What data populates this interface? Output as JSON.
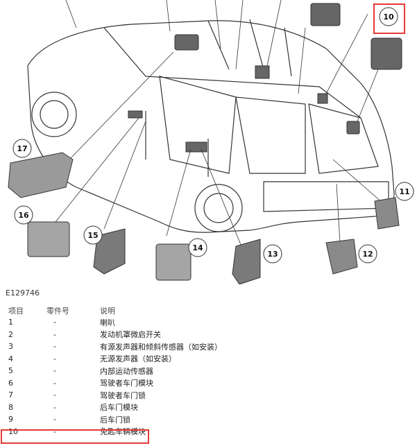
{
  "figure": {
    "id": "E129746",
    "callouts": [
      "10",
      "11",
      "12",
      "13",
      "14",
      "15",
      "16",
      "17"
    ]
  },
  "table": {
    "headers": [
      "项目",
      "零件号",
      "说明"
    ],
    "rows": [
      {
        "item": "1",
        "part": "-",
        "desc": "喇叭"
      },
      {
        "item": "2",
        "part": "-",
        "desc": "发动机罩微启开关"
      },
      {
        "item": "3",
        "part": "-",
        "desc": "有源发声器和倾斜传感器（如安装）"
      },
      {
        "item": "4",
        "part": "-",
        "desc": "无源发声器（如安装）"
      },
      {
        "item": "5",
        "part": "-",
        "desc": "内部运动传感器"
      },
      {
        "item": "6",
        "part": "-",
        "desc": "驾驶者车门模块"
      },
      {
        "item": "7",
        "part": "-",
        "desc": "驾驶者车门锁"
      },
      {
        "item": "8",
        "part": "-",
        "desc": "后车门模块"
      },
      {
        "item": "9",
        "part": "-",
        "desc": "后车门锁"
      },
      {
        "item": "10",
        "part": "-",
        "desc": "免匙车辆模块"
      }
    ]
  },
  "highlight_color": "#e53935"
}
